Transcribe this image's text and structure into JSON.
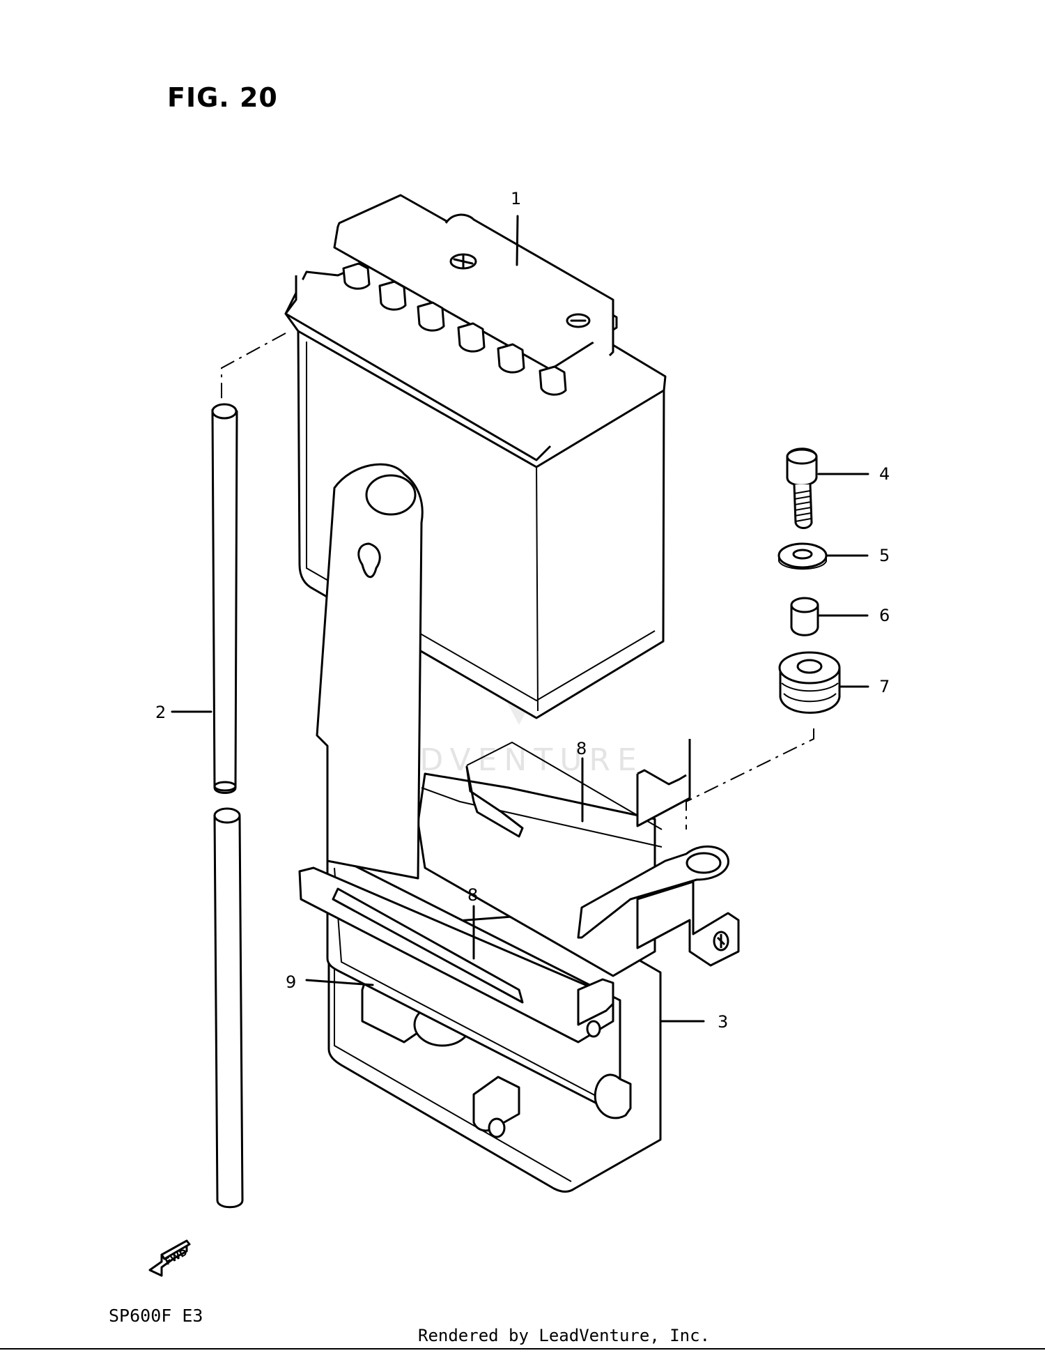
{
  "figure": {
    "title": "FIG. 20"
  },
  "footer": {
    "model": "SP600F  E3",
    "credit": "Rendered by LeadVenture, Inc."
  },
  "watermark": {
    "text": "LEADVENTURE"
  },
  "direction_indicator": {
    "label": "FWD"
  },
  "callouts": {
    "c1": "1",
    "c2": "2",
    "c3": "3",
    "c4": "4",
    "c5": "5",
    "c6": "6",
    "c7": "7",
    "c8a": "8",
    "c8b": "8",
    "c9": "9"
  }
}
